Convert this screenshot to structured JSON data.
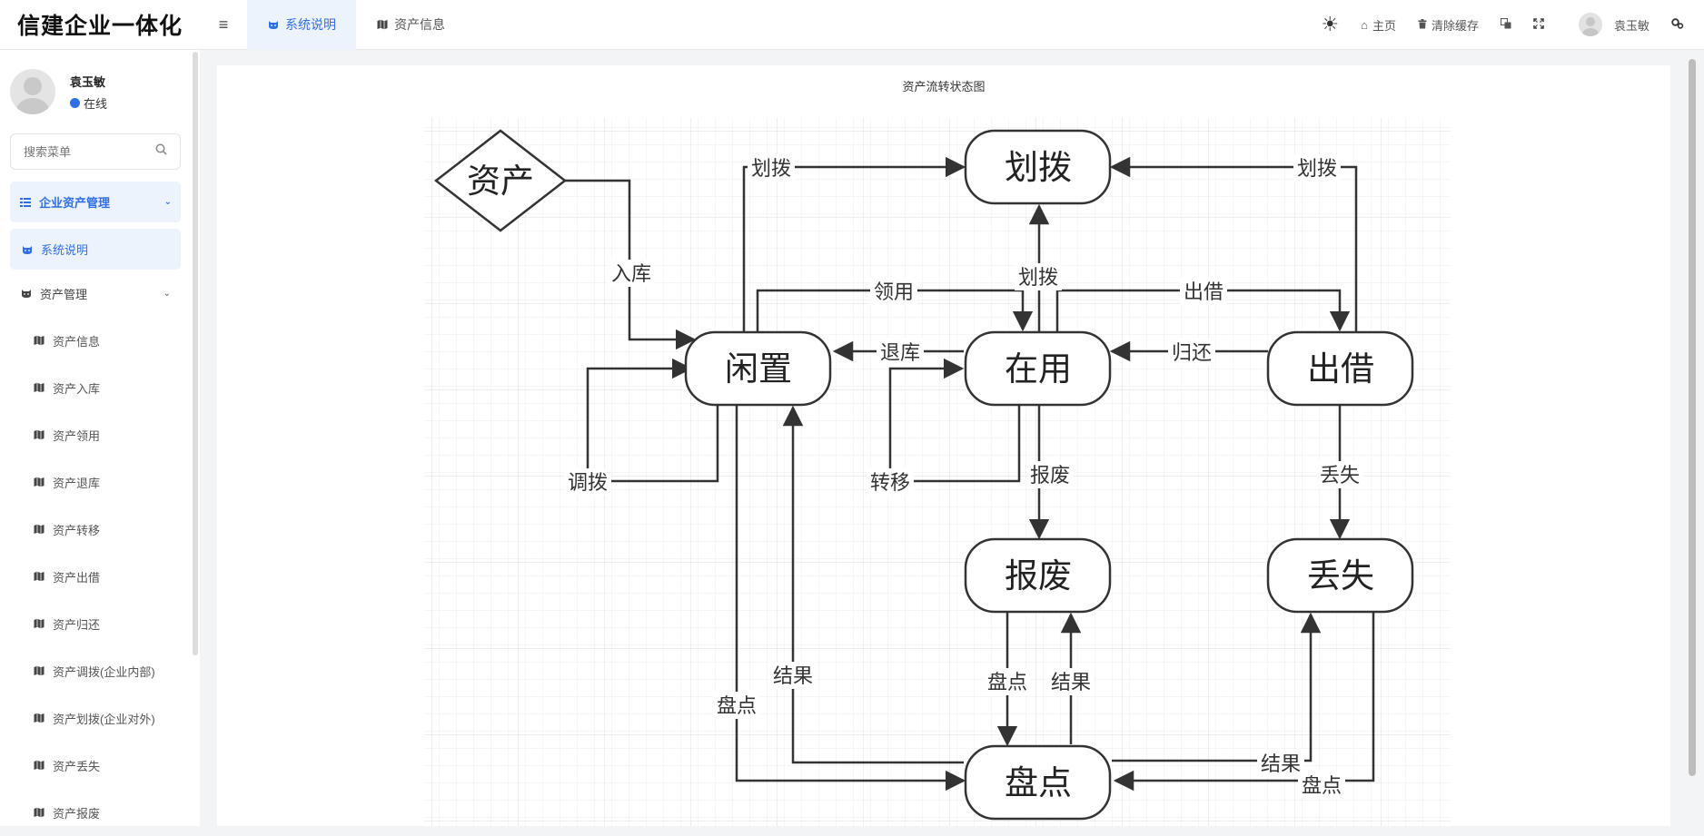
{
  "app": {
    "brand": "信建企业一体化"
  },
  "header": {
    "menu_icon": "hamburger-icon",
    "tabs": [
      {
        "label": "系统说明",
        "icon": "cat-icon",
        "active": true
      },
      {
        "label": "资产信息",
        "icon": "map-icon",
        "active": false
      }
    ],
    "right": {
      "theme_icon": "sun-icon",
      "home_label": "主页",
      "clear_cache_label": "清除缓存",
      "translate_icon": "translate-icon",
      "fullscreen_icon": "fullscreen-icon",
      "user_name": "袁玉敏",
      "settings_icon": "settings-icon"
    }
  },
  "sidebar": {
    "user": {
      "name": "袁玉敏",
      "status": "在线",
      "status_color": "#2f6fe4"
    },
    "search": {
      "placeholder": "搜索菜单"
    },
    "group": {
      "label": "企业资产管理"
    },
    "active_item": {
      "label": "系统说明"
    },
    "submenu": {
      "label": "资产管理"
    },
    "leaves": [
      "资产信息",
      "资产入库",
      "资产领用",
      "资产退库",
      "资产转移",
      "资产出借",
      "资产归还",
      "资产调拨(企业内部)",
      "资产划拨(企业对外)",
      "资产丢失",
      "资产报废"
    ]
  },
  "main": {
    "title": "资产流转状态图",
    "diagram": {
      "start": "资产",
      "states": {
        "huabo": "划拨",
        "xianzhi": "闲置",
        "zaiyong": "在用",
        "chujie": "出借",
        "baofei": "报废",
        "diushi": "丢失",
        "pandian": "盘点"
      },
      "edges": {
        "ruku": "入库",
        "huabo_left": "划拨",
        "huabo_mid": "划拨",
        "huabo_right": "划拨",
        "lingyong": "领用",
        "chujie": "出借",
        "tuiku": "退库",
        "guihuan": "归还",
        "diaobo": "调拨",
        "zhuanyi": "转移",
        "baofei": "报废",
        "diushi": "丢失",
        "pandian_left": "盘点",
        "jieguo_left": "结果",
        "pandian_baofei": "盘点",
        "jieguo_baofei": "结果",
        "jieguo_right": "结果",
        "pandian_right": "盘点"
      }
    }
  },
  "colors": {
    "accent": "#2f6fe4",
    "accent_bg": "#edf3fd"
  }
}
